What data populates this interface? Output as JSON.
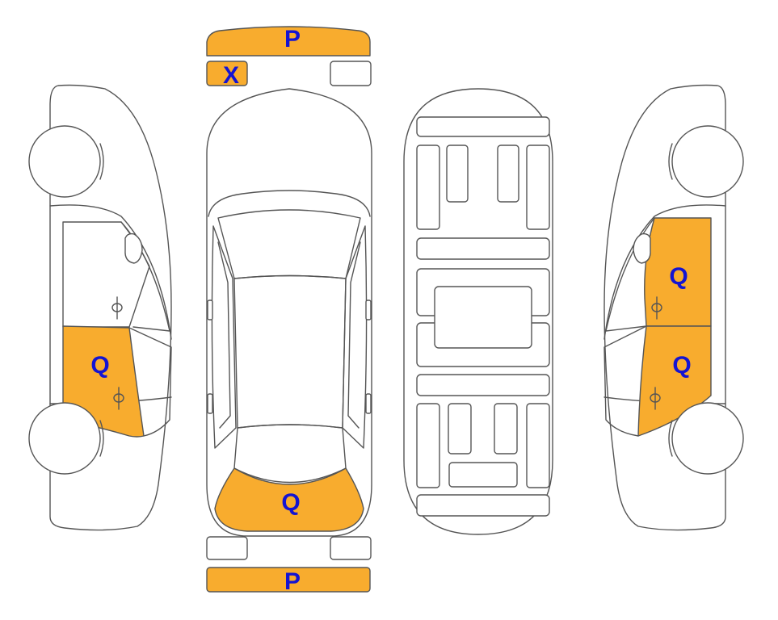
{
  "diagram": {
    "colors": {
      "damage_fill": "#F8AC2E",
      "label_text": "#1414D2",
      "outline": "#555555",
      "background": "#FFFFFF"
    },
    "marks": {
      "front_bumper": "P",
      "front_left_light": "X",
      "windshield": "Q",
      "rear_bumper": "P",
      "left_rear_door": "Q",
      "right_front_door": "Q",
      "right_rear_door": "Q"
    }
  }
}
